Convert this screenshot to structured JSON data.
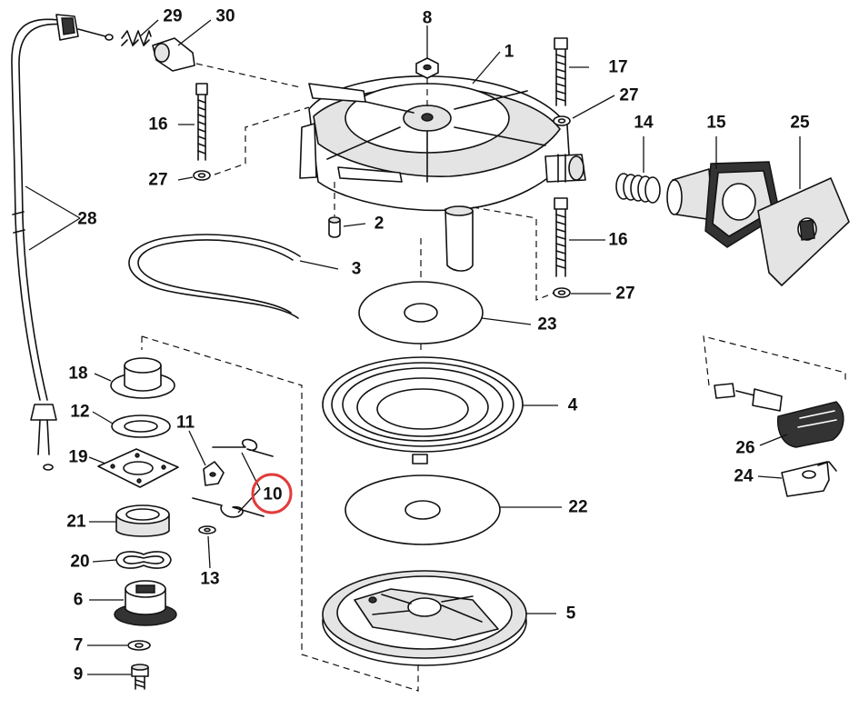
{
  "diagram": {
    "highlight_color": "#e23b3b",
    "line_color": "#111111",
    "highlighted_part": "10",
    "callouts": {
      "p1": "1",
      "p2": "2",
      "p3": "3",
      "p4": "4",
      "p5": "5",
      "p6": "6",
      "p7": "7",
      "p8": "8",
      "p9": "9",
      "p10": "10",
      "p11": "11",
      "p12": "12",
      "p13": "13",
      "p14": "14",
      "p15": "15",
      "p16a": "16",
      "p16b": "16",
      "p17": "17",
      "p18": "18",
      "p19": "19",
      "p20": "20",
      "p21": "21",
      "p22": "22",
      "p23": "23",
      "p24": "24",
      "p25": "25",
      "p26": "26",
      "p27a": "27",
      "p27b": "27",
      "p27c": "27",
      "p28": "28",
      "p29": "29",
      "p30": "30"
    }
  }
}
